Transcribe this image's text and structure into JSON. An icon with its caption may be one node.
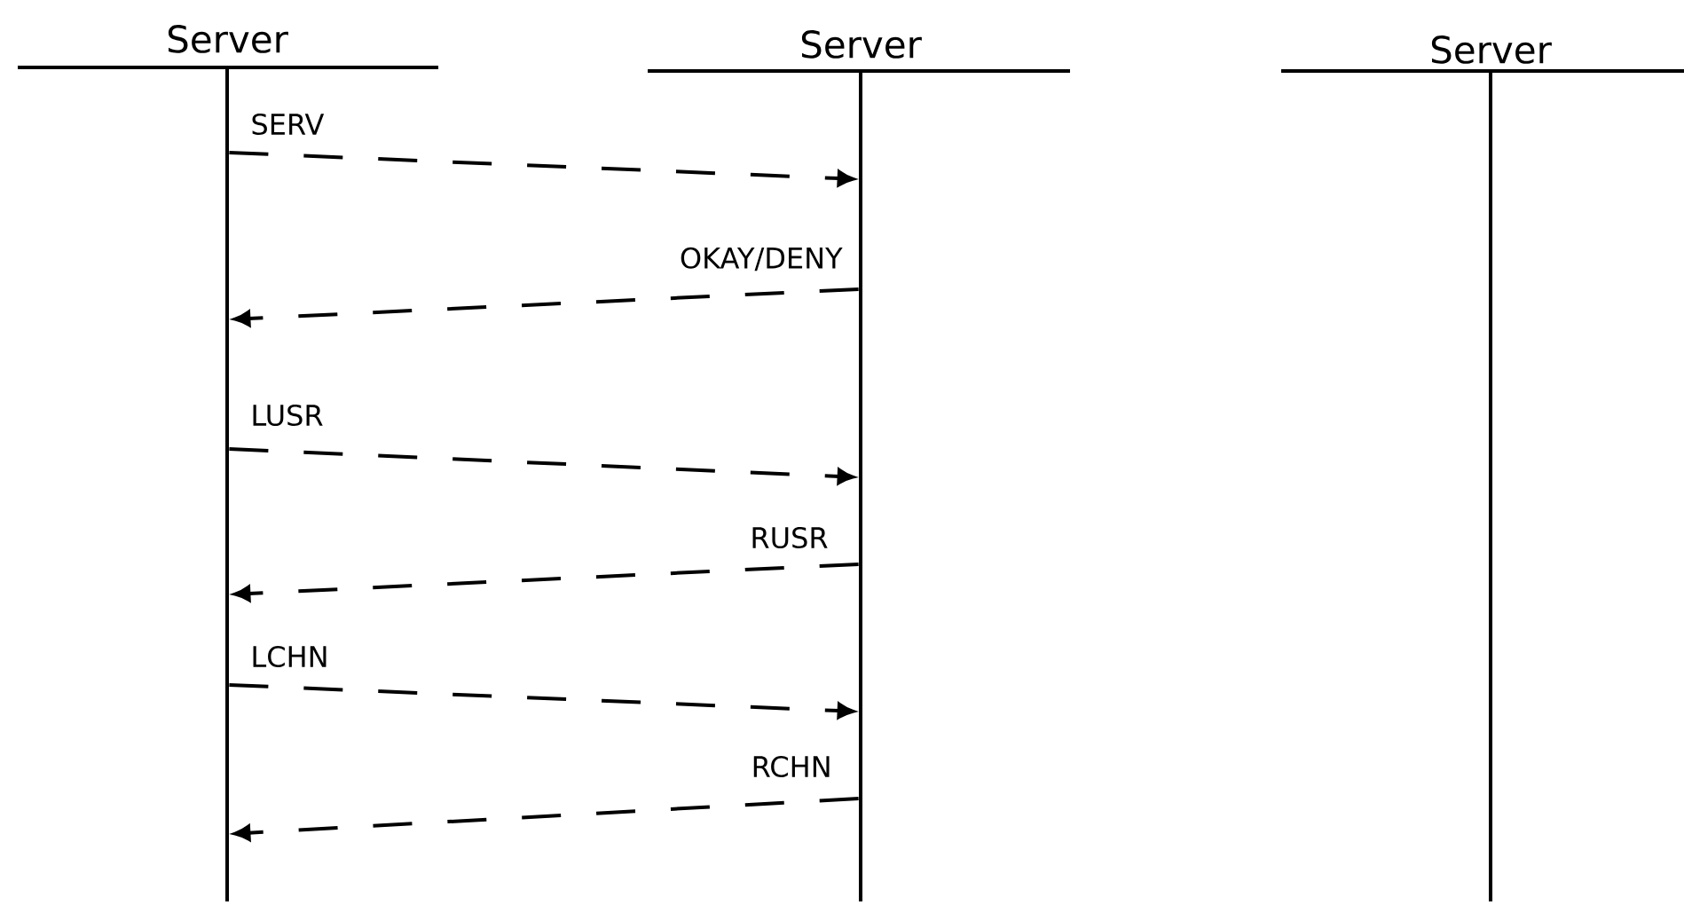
{
  "diagram": {
    "nodes": [
      {
        "text": [
          "Server"
        ]
      },
      {
        "text": [
          "Server"
        ]
      },
      {
        "text": [
          "Server"
        ]
      },
      {
        "text": [],
        "shape": "line"
      },
      {
        "text": [],
        "shape": "line"
      },
      {
        "text": [],
        "shape": "line"
      }
    ],
    "edges": [
      {
        "from": 3,
        "to": 4,
        "arrow": "to",
        "label": "SERV",
        "style": "dashed"
      },
      {
        "from": 4,
        "to": 3,
        "arrow": "to",
        "label": "OKAY/DENY",
        "style": "dashed"
      },
      {
        "from": 3,
        "to": 4,
        "arrow": "to",
        "label": "LUSR",
        "style": "dashed"
      },
      {
        "from": 4,
        "to": 3,
        "arrow": "to",
        "label": "RUSR",
        "style": "dashed"
      },
      {
        "from": 3,
        "to": 4,
        "arrow": "to",
        "label": "LCHN",
        "style": "dashed"
      },
      {
        "from": 4,
        "to": 3,
        "arrow": "to",
        "label": "RCHN",
        "style": "dashed"
      }
    ]
  }
}
